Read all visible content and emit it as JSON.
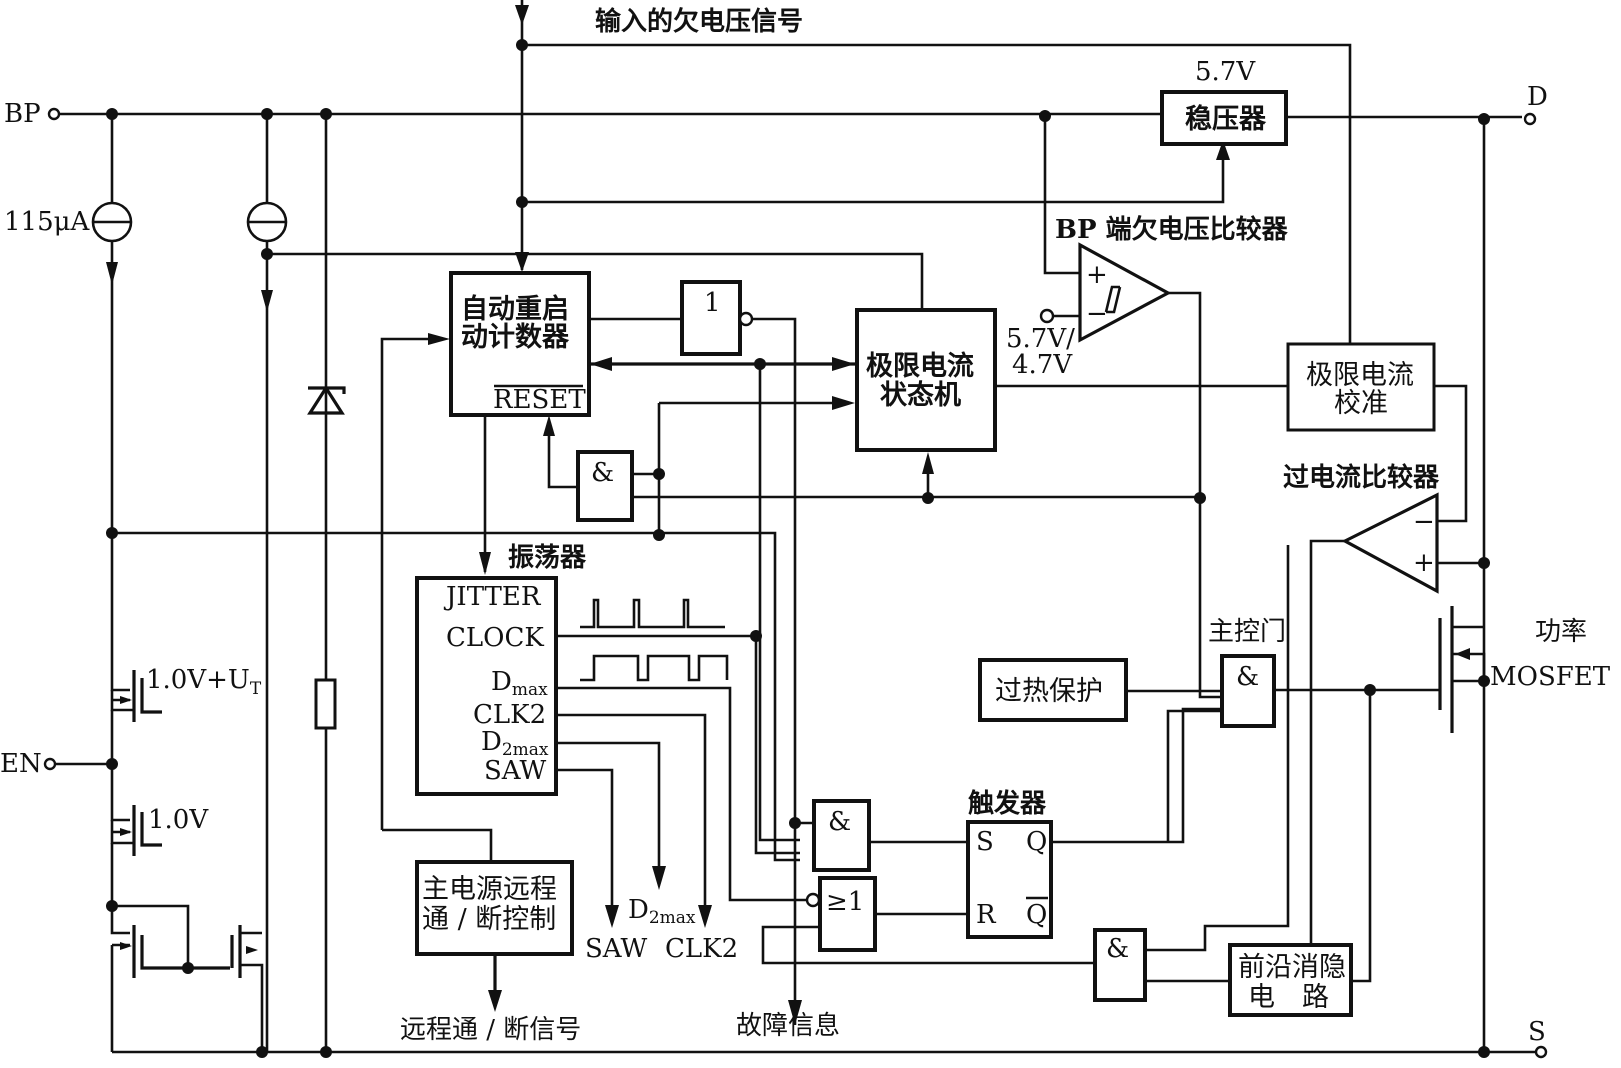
{
  "title": "输入的欠电压信号",
  "pins": {
    "bp": "BP",
    "d": "D",
    "en": "EN",
    "s": "S"
  },
  "sources": {
    "current_source_1": "115μA"
  },
  "transistors": {
    "t1": "1.0V+U",
    "t1_sub": "T",
    "t2": "1.0V",
    "power_mosfet_line1": "功率",
    "power_mosfet_line2": "MOSFET"
  },
  "blocks": {
    "regulator_voltage": "5.7V",
    "regulator": "稳压器",
    "bp_uv_comparator": "BP 端欠电压比较器",
    "comparator_ref_line1": "5.7V/",
    "comparator_ref_line2": "4.7V",
    "auto_restart_line1": "自动重启",
    "auto_restart_line2": "动计数器",
    "reset": "RESET",
    "inverter": "1",
    "current_limit_sm_line1": "极限电流",
    "current_limit_sm_line2": "状态机",
    "current_limit_cal_line1": "极限电流",
    "current_limit_cal_line2": "校准",
    "and_gate": "&",
    "or_gate": "≥1",
    "overcurrent_comparator": "过电流比较器",
    "comp_minus": "−",
    "comp_plus": "+",
    "oscillator": "振荡器",
    "osc_jitter": "JITTER",
    "osc_clock": "CLOCK",
    "osc_dmax": "D",
    "osc_dmax_sub": "max",
    "osc_clk2": "CLK2",
    "osc_d2max": "D",
    "osc_d2max_sub": "2max",
    "osc_saw": "SAW",
    "main_gate": "主控门",
    "thermal": "过热保护",
    "flipflop": "触发器",
    "ff_s": "S",
    "ff_r": "R",
    "ff_q": "Q",
    "ff_qbar": "Q",
    "remote_line1": "主电源远程",
    "remote_line2": "通 / 断控制",
    "leading_edge_line1": "前沿消隐",
    "leading_edge_line2": "电　路"
  },
  "outputs": {
    "remote_signal": "远程通 / 断信号",
    "fault_info": "故障信息",
    "saw": "SAW",
    "clk2": "CLK2",
    "d2max": "D",
    "d2max_sub": "2max"
  }
}
